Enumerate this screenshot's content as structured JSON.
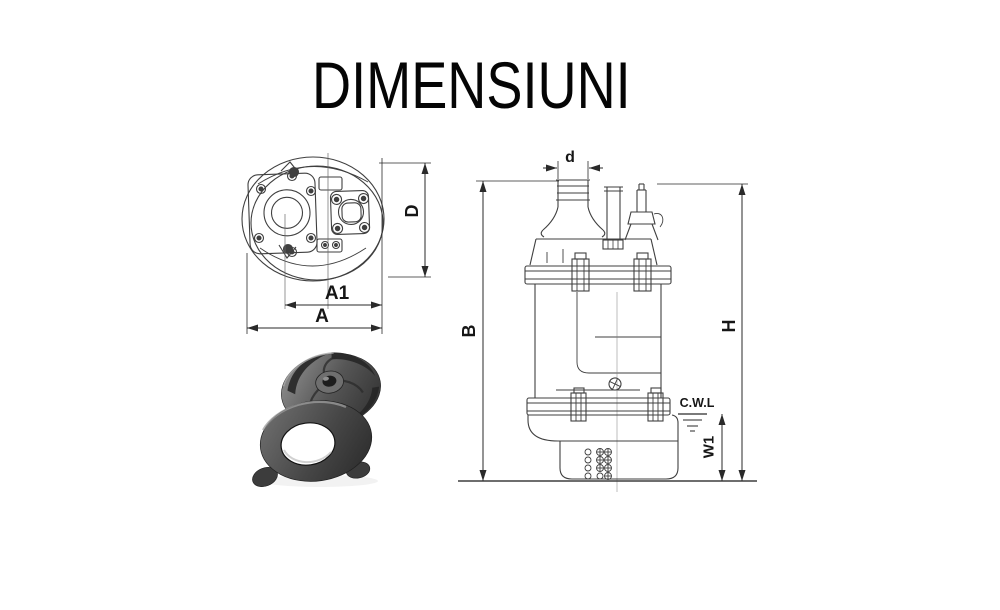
{
  "title": "DIMENSIUNI",
  "colors": {
    "background": "#ffffff",
    "ink": "#3f3f3f",
    "dimension_line": "#2a2a2a",
    "label": "#161616",
    "impeller_metal": "#4a4a4a"
  },
  "front_view": {
    "dims": {
      "d": "D",
      "a1": "A1",
      "a": "A"
    }
  },
  "side_view": {
    "dims": {
      "d": "d",
      "b": "B",
      "h": "H",
      "w1": "W1"
    },
    "water_level_label": "C.W.L"
  }
}
